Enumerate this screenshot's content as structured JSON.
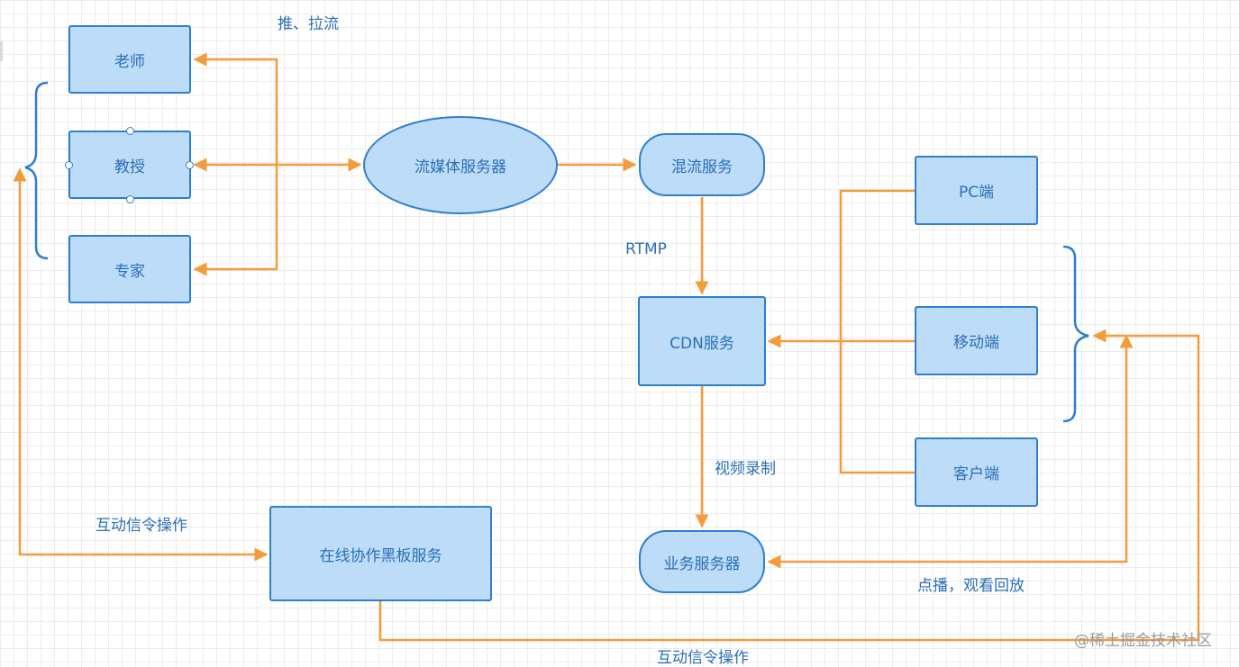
{
  "colors": {
    "node_fill": "#bcdcf7",
    "node_border": "#2f7fcb",
    "text": "#2b6fb4",
    "connector": "#f39c3c",
    "brace": "#2f7fcb"
  },
  "nodes": {
    "teacher": "老师",
    "professor": "教授",
    "expert": "专家",
    "media_server": "流媒体服务器",
    "mix_service": "混流服务",
    "cdn_service": "CDN服务",
    "business_server": "业务服务器",
    "whiteboard_service": "在线协作黑板服务",
    "pc_client": "PC端",
    "mobile_client": "移动端",
    "desktop_client": "客户端"
  },
  "labels": {
    "push_pull": "推、拉流",
    "rtmp": "RTMP",
    "video_recording": "视频录制",
    "interaction_left": "互动信令操作",
    "interaction_bottom": "互动信令操作",
    "vod_playback": "点播，观看回放"
  },
  "watermark": "@稀土掘金技术社区"
}
